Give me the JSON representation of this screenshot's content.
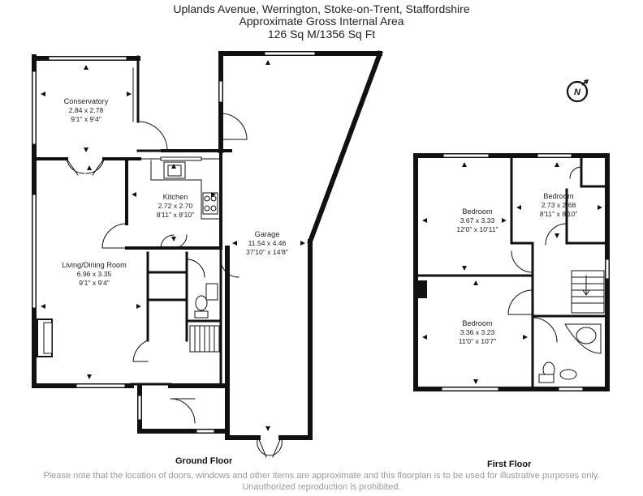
{
  "header": {
    "address": "Uplands Avenue, Werrington, Stoke-on-Trent, Staffordshire",
    "area_title": "Approximate Gross Internal Area",
    "area_value": "126 Sq M/1356 Sq Ft"
  },
  "compass": {
    "letter": "N"
  },
  "ground_floor": {
    "label": "Ground Floor",
    "rooms": {
      "conservatory": {
        "name": "Conservatory",
        "metric": "2.84 x 2.78",
        "imperial": "9'1\" x 9'4\""
      },
      "kitchen": {
        "name": "Kitchen",
        "metric": "2.72 x 2.70",
        "imperial": "8'11\" x 8'10\""
      },
      "living": {
        "name": "Living/Dining Room",
        "metric": "6.96 x 3.35",
        "imperial": "9'1\" x 9'4\""
      },
      "garage": {
        "name": "Garage",
        "metric": "11.54 x 4.46",
        "imperial": "37'10\" x 14'8\""
      }
    }
  },
  "first_floor": {
    "label": "First Floor",
    "rooms": {
      "bedroom1": {
        "name": "Bedroom",
        "metric": "3.67 x 3.33",
        "imperial": "12'0\" x 10'11\""
      },
      "bedroom2": {
        "name": "Bedroom",
        "metric": "2.73 x 2.68",
        "imperial": "8'11\" x 8'10\""
      },
      "bedroom3": {
        "name": "Bedroom",
        "metric": "3.36 x 3.23",
        "imperial": "11'0\" x 10'7\""
      }
    }
  },
  "disclaimer": "Please note that the location of doors, windows and other items are approximate and this floorplan is to be used for illustrative purposes only. Unauthorized reproduction is prohibited."
}
